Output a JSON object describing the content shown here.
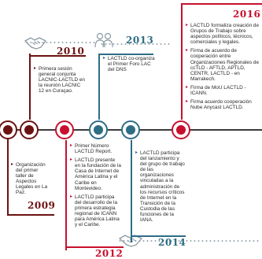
{
  "colors": {
    "dark_red": "#6b1111",
    "red": "#c8102e",
    "teal": "#2e6d86",
    "line": "#3a3a3a"
  },
  "icons": [
    "handshake-icon",
    "people-icon",
    "handshake-icon"
  ],
  "events": {
    "y2009": {
      "year": "2009",
      "items": [
        "Organización del primer taller de Aspectos Legales en La Paz."
      ]
    },
    "y2010": {
      "year": "2010",
      "items": [
        "Primera sesión general conjunta LACNIC-LACTLD en la reunión LACNIC 12 en Curaçao."
      ]
    },
    "y2012": {
      "year": "2012",
      "items": [
        "Primer Número LACTLD Report.",
        "LACTLD presente en la fundación de la Casa de Internet de América Latina y el Caribe en Montevideo.",
        "LACTLD participa del desarrollo de la primera estrategia regional de ICANN para América Latina y el Caribe."
      ]
    },
    "y2013": {
      "year": "2013",
      "items": [
        "LACTLD co-organiza el Primer Foro LAC del DNS"
      ]
    },
    "y2014": {
      "year": "2014",
      "items": [
        "LACTLD participa del lanzamiento y del grupo de trabajo de las organizaciones vinculadas a la administración de los recursos críticos de Internet en la Transición de la Custodia de las funciones de la IANA."
      ]
    },
    "y2016": {
      "year": "2016",
      "items": [
        "LACTLD formaliza creación de Grupos de Trabajo sobre aspectos políticos, técnicos, comerciales y legales.",
        "Firma de acuerdo de cooperación entre Organizaciones Regionales de ccTLD - AFTLD, APTLD, CENTR, LACTLD - en Marrakech.",
        "Firma de MoU LACTLD - ICANN.",
        "Firma acuerdo cooperación Nube Anycast LACTLD."
      ]
    }
  }
}
